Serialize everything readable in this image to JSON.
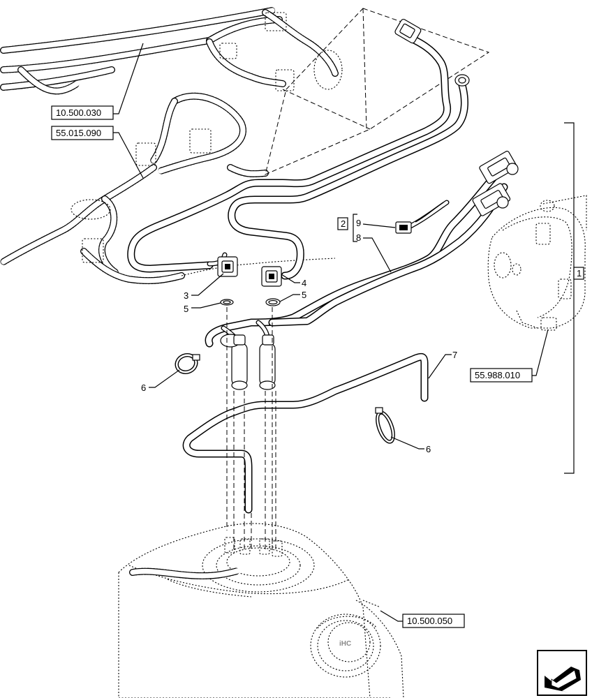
{
  "references": [
    {
      "id": "ref-10-500-030",
      "label": "10.500.030"
    },
    {
      "id": "ref-55-015-090",
      "label": "55.015.090"
    },
    {
      "id": "ref-55-988-010",
      "label": "55.988.010"
    },
    {
      "id": "ref-10-500-050",
      "label": "10.500.050"
    }
  ],
  "callouts": {
    "c1": "1",
    "c2": "2",
    "c3": "3",
    "c4": "4",
    "c5a": "5",
    "c5b": "5",
    "c6a": "6",
    "c6b": "6",
    "c7": "7",
    "c8": "8",
    "c9": "9"
  },
  "nav": {
    "icon": "arrow-icon"
  }
}
